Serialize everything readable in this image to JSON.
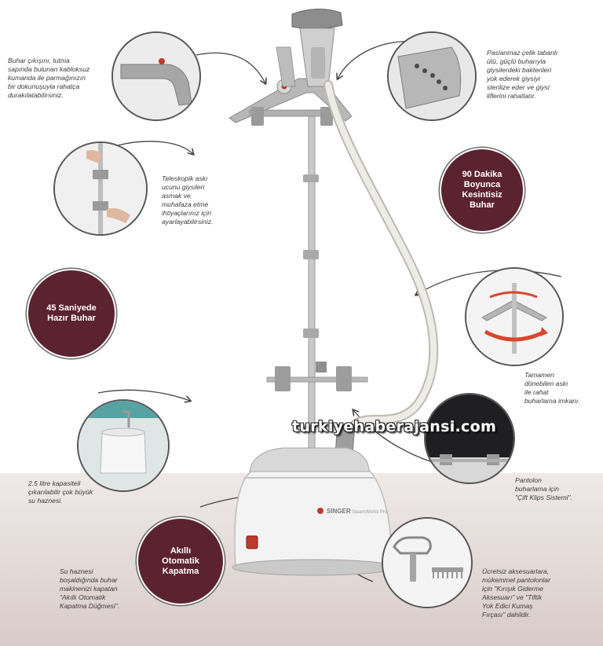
{
  "notes": {
    "handle": "Buhar çıkışını, tutma\nsapında bulunan kabloksuz\nkumanda ile parmağınızın\nbir dokunuşuyla rahatça\ndurakılatabilirsiniz.",
    "plate": "Paslanmaz çelik tabanlı\nütü, güçlü buharıyla\ngiysilerdeki bakterileri\nyok ederek giysiyi\nsterilize eder ve giysi\nliflerini rahatlatır.",
    "telescopic": "Teleskopik askı\nucunu giysileri\nasmak ve\nmuhafaza etme\nihtiyaçlarınız için\nayarlayabilirsiniz.",
    "rotating": "Tamamen\ndönebilen askı\nile rahat\nbuharlama imkanı.",
    "tank": "2.5 litre kapasiteli\nçıkarılabilir çok büyük\nsu haznesi.",
    "trousers": "Pantolon\nbuharlama için\n\"Çift Klips Sistemi\".",
    "autooff": "Su haznesi\nboşaldığında buhar\nmakinenizi kapatan\n\"Akıllı Otomatik\nKapatma Düğmesi\".",
    "accessories": "Ücretsiz aksesuarlara,\nmükemmel pantolonlar\niçin \"Kırışık Giderme\nAksesuarı\" ve \"Tiftik\nYok Edici Kumaş\nFırçası\" dahildir."
  },
  "badges": {
    "nonstop": "90 Dakika\nBoyunca\nKesintisiz\nBuhar",
    "ready": "45 Saniyede\nHazır Buhar",
    "auto": "Akıllı\nOtomatik\nKapatma"
  },
  "device": {
    "brand": "SINGER",
    "model": "SteamWorks Pro"
  },
  "watermark": "turkiyehaberajansi.com",
  "colors": {
    "badge": "#5b2230",
    "floor": "#e2d8d6",
    "hose": "#e8e6df"
  }
}
